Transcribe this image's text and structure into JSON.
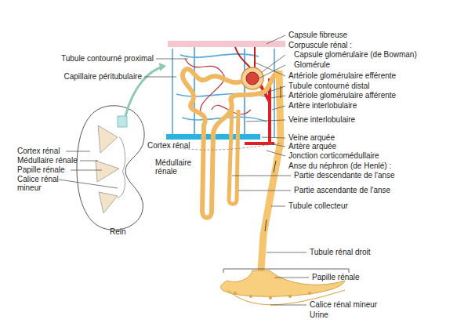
{
  "diagram": {
    "labels": [
      "Capsule fibreuse",
      "Corpuscule rénal :",
      "Capsule glomérulaire (de Bowman)",
      "Glomérule",
      "Artériole glomérulaire efférente",
      "Tubule contourné distal",
      "Artériole glomérulaire afférente",
      "Artère interlobulaire",
      "Veine interlobulaire",
      "Veine arquée",
      "Artère arquée",
      "Jonction corticomédullaire",
      "Anse du néphron (de Henlé) :",
      "Partie descendante de l'anse",
      "Partie ascendante de l'anse",
      "Tubule collecteur",
      "Tubule rénal droit",
      "Papille rénale",
      "Calice rénal mineur",
      "Urine",
      "Tubule contourné proximal",
      "Capillaire péritubulaire",
      "Cortex rénal",
      "Médullaire rénale",
      "Papille rénale",
      "Calice rénal mineur",
      "Cortex rénal",
      "Médullaire rénale",
      "Rein"
    ]
  }
}
